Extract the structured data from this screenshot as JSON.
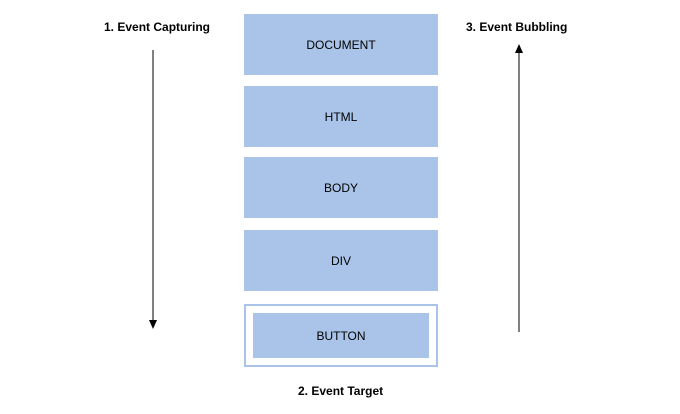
{
  "labels": {
    "capturing": "1. Event Capturing",
    "target": "2. Event Target",
    "bubbling": "3. Event Bubbling"
  },
  "layers": {
    "document": "DOCUMENT",
    "html": "HTML",
    "body": "BODY",
    "div": "DIV",
    "button": "BUTTON"
  },
  "colors": {
    "layer_fill": "#a9c4e8",
    "arrow": "#000000"
  }
}
